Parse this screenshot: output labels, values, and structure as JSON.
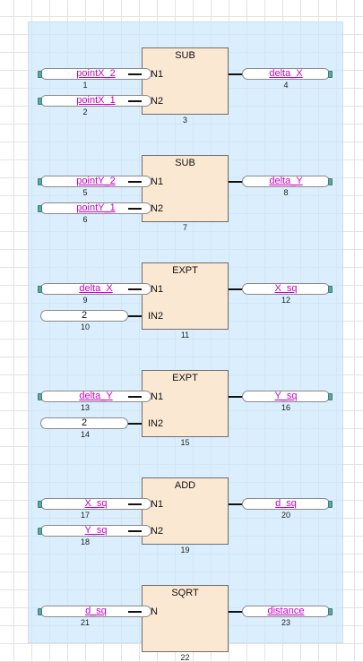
{
  "blocks": [
    {
      "name": "SUB",
      "number": "3",
      "inputs": [
        {
          "pin": "IN1",
          "value": "pointX_2",
          "number": "1",
          "kind": "var"
        },
        {
          "pin": "IN2",
          "value": "pointX_1",
          "number": "2",
          "kind": "var"
        }
      ],
      "output": {
        "value": "delta_X",
        "number": "4"
      }
    },
    {
      "name": "SUB",
      "number": "7",
      "inputs": [
        {
          "pin": "IN1",
          "value": "pointY_2",
          "number": "5",
          "kind": "var"
        },
        {
          "pin": "IN2",
          "value": "pointY_1",
          "number": "6",
          "kind": "var"
        }
      ],
      "output": {
        "value": "delta_Y",
        "number": "8"
      }
    },
    {
      "name": "EXPT",
      "number": "11",
      "inputs": [
        {
          "pin": "IN1",
          "value": "delta_X",
          "number": "9",
          "kind": "var"
        },
        {
          "pin": "IN2",
          "value": "2",
          "number": "10",
          "kind": "const"
        }
      ],
      "output": {
        "value": "X_sq",
        "number": "12"
      }
    },
    {
      "name": "EXPT",
      "number": "15",
      "inputs": [
        {
          "pin": "IN1",
          "value": "delta_Y",
          "number": "13",
          "kind": "var"
        },
        {
          "pin": "IN2",
          "value": "2",
          "number": "14",
          "kind": "const"
        }
      ],
      "output": {
        "value": "Y_sq",
        "number": "16"
      }
    },
    {
      "name": "ADD",
      "number": "19",
      "inputs": [
        {
          "pin": "IN1",
          "value": "X_sq",
          "number": "17",
          "kind": "var"
        },
        {
          "pin": "IN2",
          "value": "Y_sq",
          "number": "18",
          "kind": "var"
        }
      ],
      "output": {
        "value": "d_sq",
        "number": "20"
      }
    },
    {
      "name": "SQRT",
      "number": "22",
      "inputs": [
        {
          "pin": "IN",
          "value": "d_sq",
          "number": "21",
          "kind": "var"
        }
      ],
      "output": {
        "value": "distance",
        "number": "23"
      }
    }
  ],
  "colors": {
    "variable_text": "#c800c8",
    "block_fill": "#fae8d3",
    "network_background": "#cce8fc"
  }
}
